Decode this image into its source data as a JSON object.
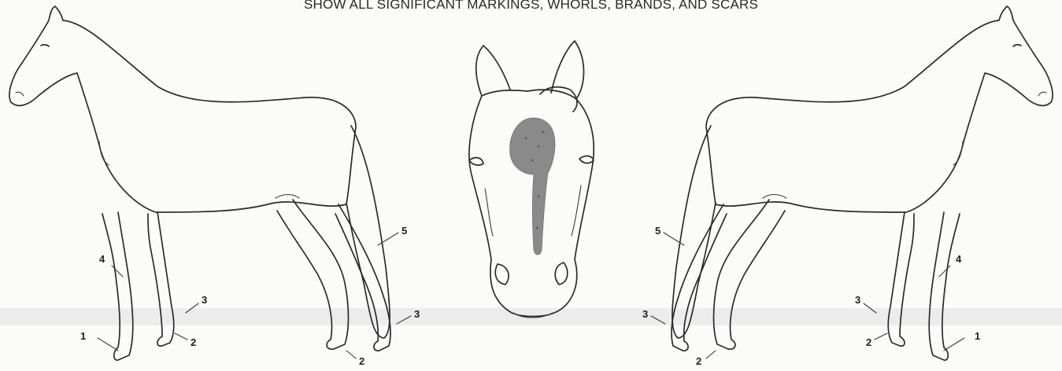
{
  "heading": "SHOW ALL SIGNIFICANT MARKINGS, WHORLS, BRANDS, AND SCARS",
  "left_horse_labels": {
    "l1": "1",
    "l2a": "2",
    "l2b": "2",
    "l3a": "3",
    "l3b": "3",
    "l4": "4",
    "l5": "5"
  },
  "right_horse_labels": {
    "l1": "1",
    "l2a": "2",
    "l2b": "2",
    "l3a": "3",
    "l3b": "3",
    "l4": "4",
    "l5": "5"
  },
  "head_view": {
    "marking": "blaze"
  }
}
